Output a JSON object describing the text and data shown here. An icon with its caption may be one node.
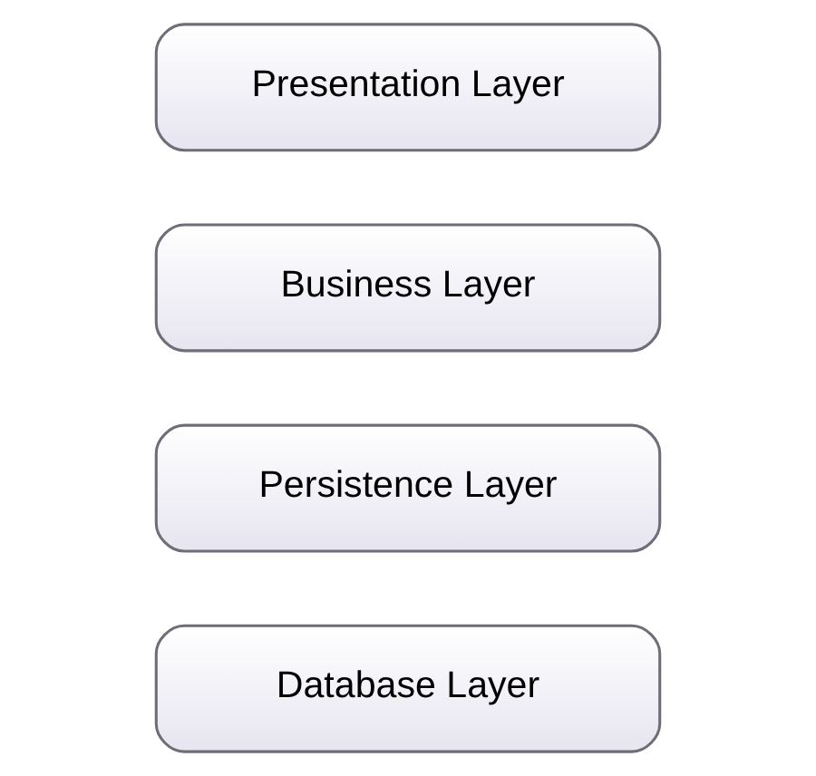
{
  "diagram": {
    "nodes": [
      {
        "text": [
          "Presentation Layer"
        ]
      },
      {
        "text": [
          "Business Layer"
        ]
      },
      {
        "text": [
          "Persistence Layer"
        ]
      },
      {
        "text": [
          "Database Layer"
        ]
      }
    ]
  }
}
